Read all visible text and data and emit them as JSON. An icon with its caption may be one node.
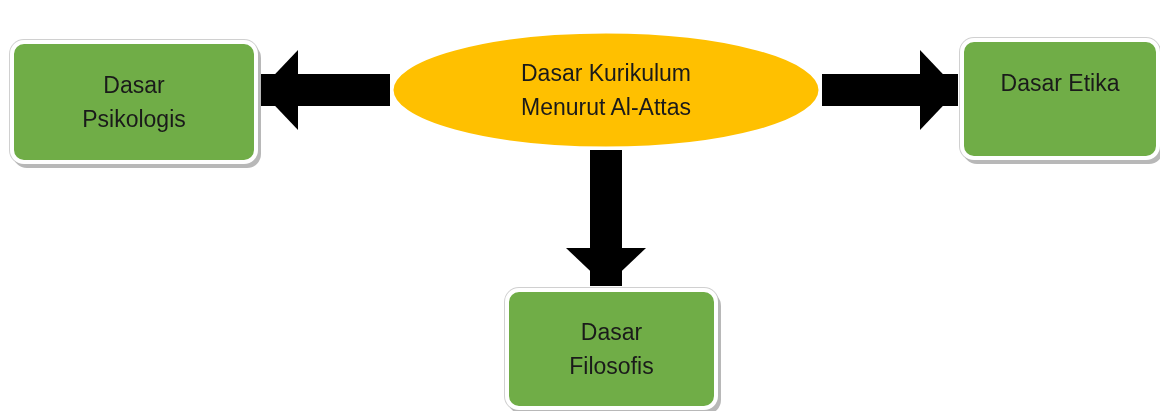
{
  "diagram": {
    "nodes": [
      {
        "text": [
          "Dasar Kurikulum Menurut Al-Attas"
        ]
      },
      {
        "text": [
          "Dasar Psikologis"
        ]
      },
      {
        "text": [
          "Dasar Etika"
        ]
      },
      {
        "text": [
          "Dasar Filosofis"
        ]
      }
    ],
    "edges": [
      {
        "from": 0,
        "to": 1,
        "arrow": "to"
      },
      {
        "from": 0,
        "to": 2,
        "arrow": "to"
      },
      {
        "from": 0,
        "to": 3,
        "arrow": "to"
      }
    ]
  }
}
